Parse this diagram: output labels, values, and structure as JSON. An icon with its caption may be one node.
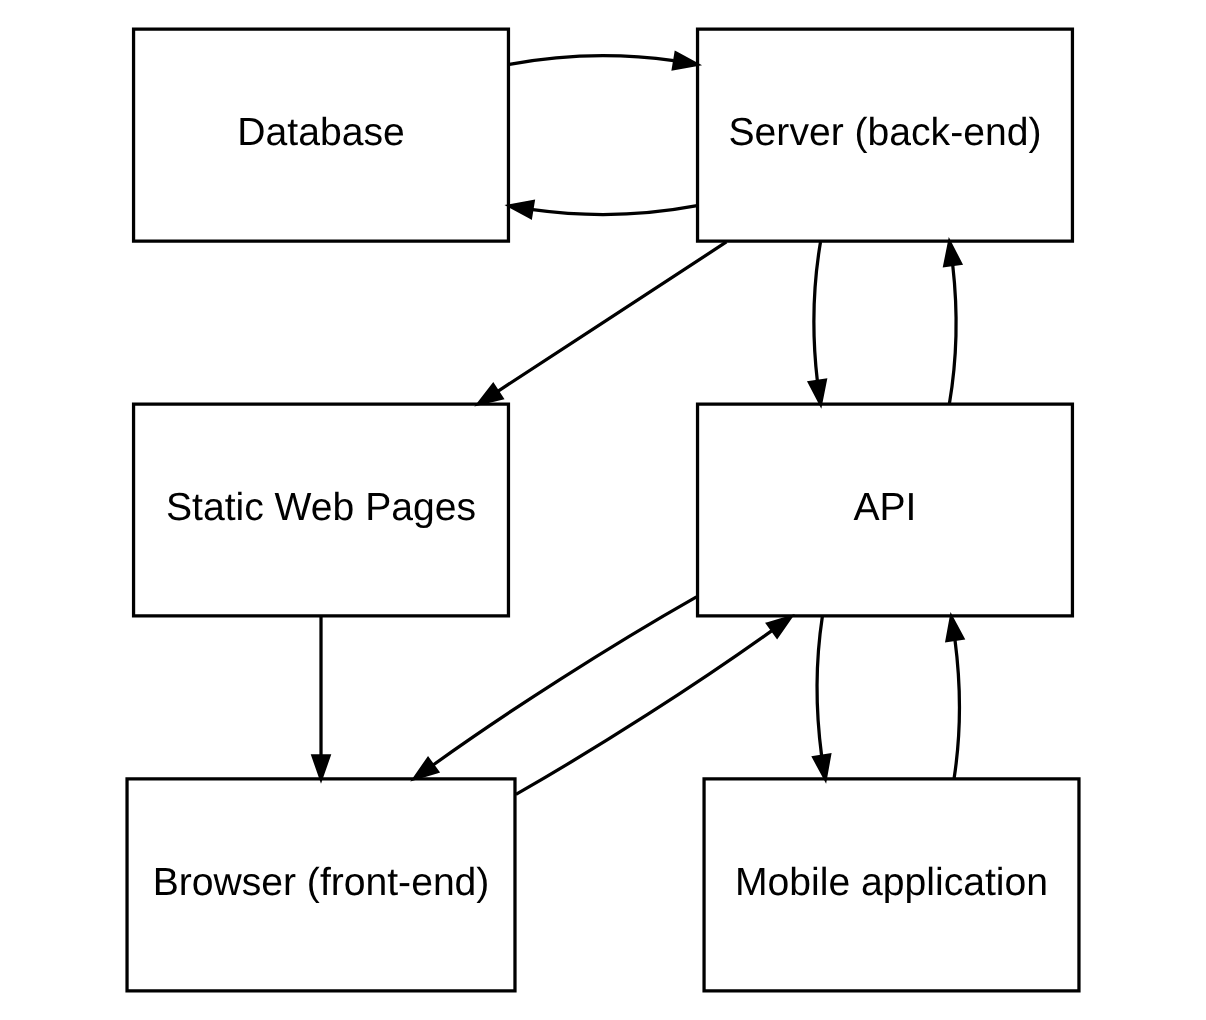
{
  "diagram": {
    "nodes": [
      {
        "text": [
          "Database"
        ]
      },
      {
        "text": [
          "Server (back-end)"
        ]
      },
      {
        "text": [
          "Static Web Pages"
        ]
      },
      {
        "text": [
          "API"
        ]
      },
      {
        "text": [
          "Browser (front-end)"
        ]
      },
      {
        "text": [
          "Mobile application"
        ]
      }
    ],
    "edges": [
      {
        "from": 1,
        "to": 0,
        "arrow": "to"
      },
      {
        "from": 0,
        "to": 1,
        "arrow": "to"
      },
      {
        "from": 1,
        "to": 2,
        "arrow": "to"
      },
      {
        "from": 3,
        "to": 1,
        "arrow": "to"
      },
      {
        "from": 1,
        "to": 3,
        "arrow": "to"
      },
      {
        "from": 2,
        "to": 4,
        "arrow": "to"
      },
      {
        "from": 4,
        "to": 3,
        "arrow": "to"
      },
      {
        "from": 3,
        "to": 4,
        "arrow": "to"
      },
      {
        "from": 5,
        "to": 3,
        "arrow": "to"
      },
      {
        "from": 3,
        "to": 5,
        "arrow": "to"
      }
    ]
  }
}
